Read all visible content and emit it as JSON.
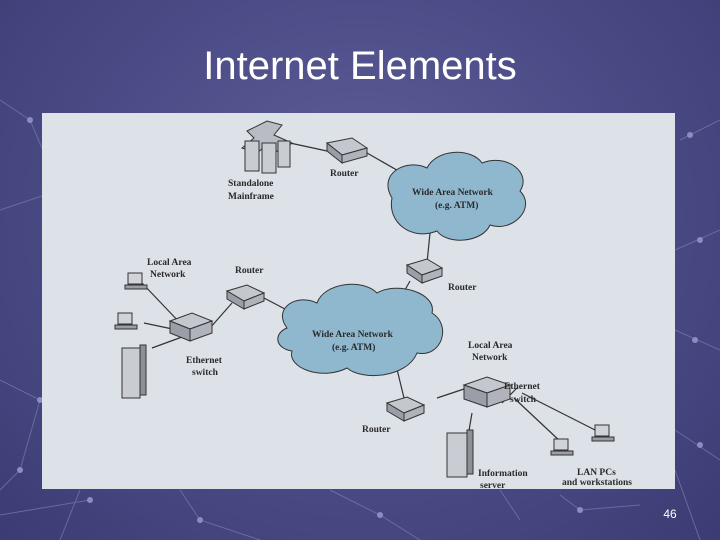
{
  "slide": {
    "title": "Internet Elements",
    "page_number": "46"
  },
  "diagram": {
    "mainframe": [
      "Standalone",
      "Mainframe"
    ],
    "router_top": "Router",
    "wan_top": [
      "Wide Area Network",
      "(e.g. ATM)"
    ],
    "lan_left": [
      "Local Area",
      "Network"
    ],
    "router_left": "Router",
    "router_mid": "Router",
    "wan_mid": [
      "Wide Area Network",
      "(e.g. ATM)"
    ],
    "ethernet_left": [
      "Ethernet",
      "switch"
    ],
    "lan_right": [
      "Local Area",
      "Network"
    ],
    "ethernet_right": [
      "Ethernet",
      "switch"
    ],
    "router_bottom": "Router",
    "info_server": [
      "Information",
      "server"
    ],
    "lan_pcs": [
      "LAN PCs",
      "and workstations"
    ]
  },
  "colors": {
    "background": "#4a4a86",
    "cloud": "#8fb8cf",
    "figure_bg": "#dde1e8"
  }
}
